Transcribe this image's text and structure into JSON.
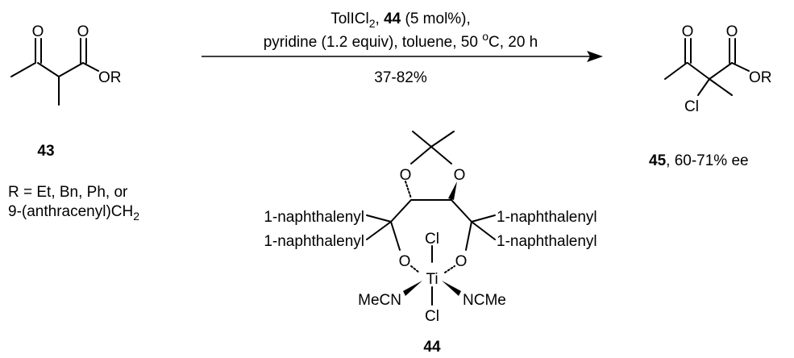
{
  "reaction": {
    "conditions": {
      "line1_pre": "TolICl",
      "line1_sub": "2",
      "line1_mid": ", ",
      "line1_bold": "44",
      "line1_post": " (5 mol%),",
      "line2_pre": "pyridine (1.2 equiv), toluene, 50 ",
      "line2_sup": "o",
      "line2_post": "C, 20 h",
      "yield": "37-82%"
    },
    "substrate": {
      "number": "43",
      "atom_O_ketone": "O",
      "atom_O_ester": "O",
      "atom_OR": "OR",
      "r_line1": "R = Et, Bn, Ph, or",
      "r_line2_pre": "9-(anthracenyl)CH",
      "r_line2_sub": "2"
    },
    "product": {
      "number": "45",
      "ee": ", 60-71% ee",
      "atom_O_ketone": "O",
      "atom_O_ester": "O",
      "atom_OR": "OR",
      "atom_Cl": "Cl"
    },
    "catalyst": {
      "number": "44",
      "atom_O1": "O",
      "atom_O2": "O",
      "atom_O3": "O",
      "atom_O4": "O",
      "ti": "Ti",
      "cl_top": "Cl",
      "cl_bottom": "Cl",
      "mecn": "MeCN",
      "ncme": "NCMe",
      "naph_left1": "1-naphthalenyl",
      "naph_left2": "1-naphthalenyl",
      "naph_right1": "1-naphthalenyl",
      "naph_right2": "1-naphthalenyl"
    }
  }
}
